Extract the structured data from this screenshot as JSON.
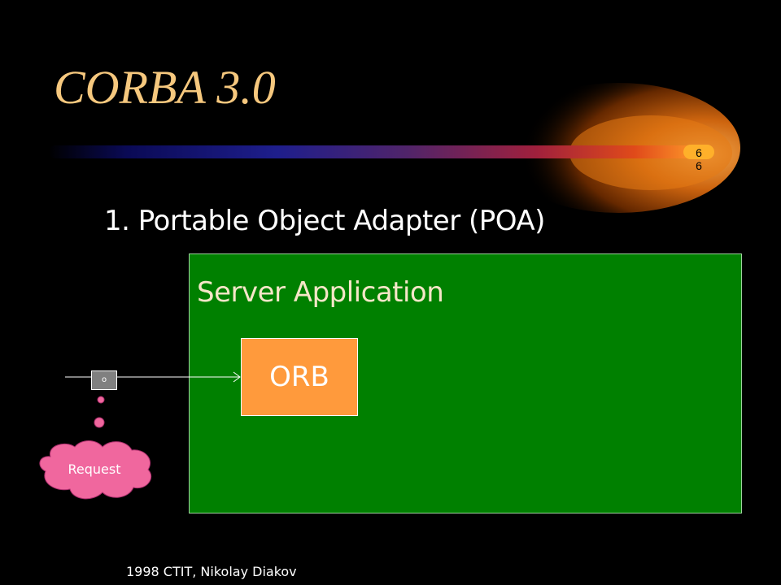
{
  "slide": {
    "title": "CORBA 3.0",
    "slide_number": "6\n6",
    "subtitle": "1. Portable Object Adapter (POA)",
    "footer": "1998 CTIT, Nikolay Diakov"
  },
  "diagram": {
    "server_label": "Server Application",
    "orb_label": "ORB",
    "port_label": "o",
    "request_label": "Request"
  },
  "colors": {
    "background": "#000000",
    "title": "#f6c87e",
    "server_box": "#008000",
    "orb_box": "#ff9a3c",
    "request_cloud": "#f0679e",
    "port_box": "#808080"
  }
}
